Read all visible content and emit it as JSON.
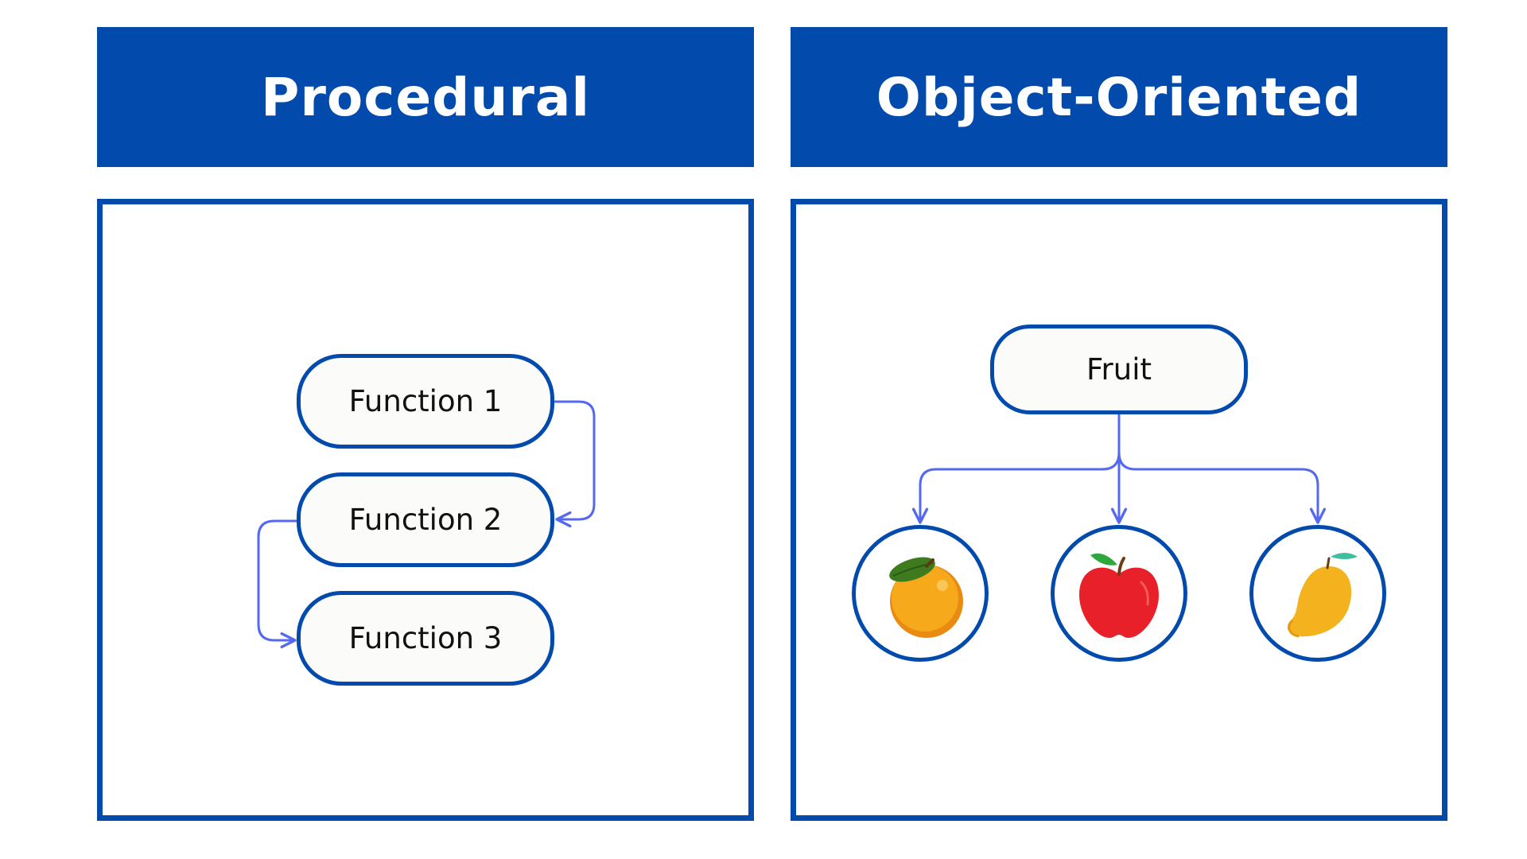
{
  "headers": {
    "left": "Procedural",
    "right": "Object-Oriented"
  },
  "procedural": {
    "functions": [
      "Function 1",
      "Function 2",
      "Function 3"
    ]
  },
  "object_oriented": {
    "root": "Fruit",
    "children": [
      {
        "icon": "orange-icon"
      },
      {
        "icon": "apple-icon"
      },
      {
        "icon": "mango-icon"
      }
    ]
  },
  "colors": {
    "header_bg": "#034AAD",
    "header_text": "#FFFFFF",
    "border": "#034AAD",
    "connector": "#5468F0"
  }
}
